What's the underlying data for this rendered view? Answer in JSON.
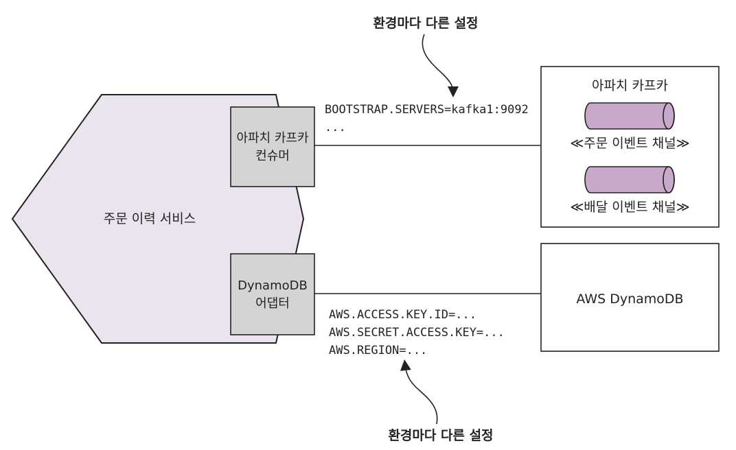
{
  "annotation_top": "환경마다 다른 설정",
  "annotation_bottom": "환경마다 다른 설정",
  "service": {
    "label": "주문 이력 서비스",
    "fill_color": "#ebe4ee"
  },
  "consumer_adapter": {
    "line1": "아파치 카프카",
    "line2": "컨슈머"
  },
  "dynamodb_adapter": {
    "line1": "DynamoDB",
    "line2": "어댑터"
  },
  "kafka_config": {
    "line1": "BOOTSTRAP.SERVERS=kafka1:9092",
    "line2": "..."
  },
  "dynamodb_config": {
    "line1": "AWS.ACCESS.KEY.ID=...",
    "line2": "AWS.SECRET.ACCESS.KEY=...",
    "line3": "AWS.REGION=..."
  },
  "kafka_box": {
    "title": "아파치 카프카",
    "channel1": "≪주문 이벤트 채널≫",
    "channel2": "≪배달 이벤트 채널≫",
    "cylinder_color": "#c8a9c9"
  },
  "dynamodb_box": {
    "title": "AWS DynamoDB"
  },
  "adapter_color": "#d4d4d4"
}
